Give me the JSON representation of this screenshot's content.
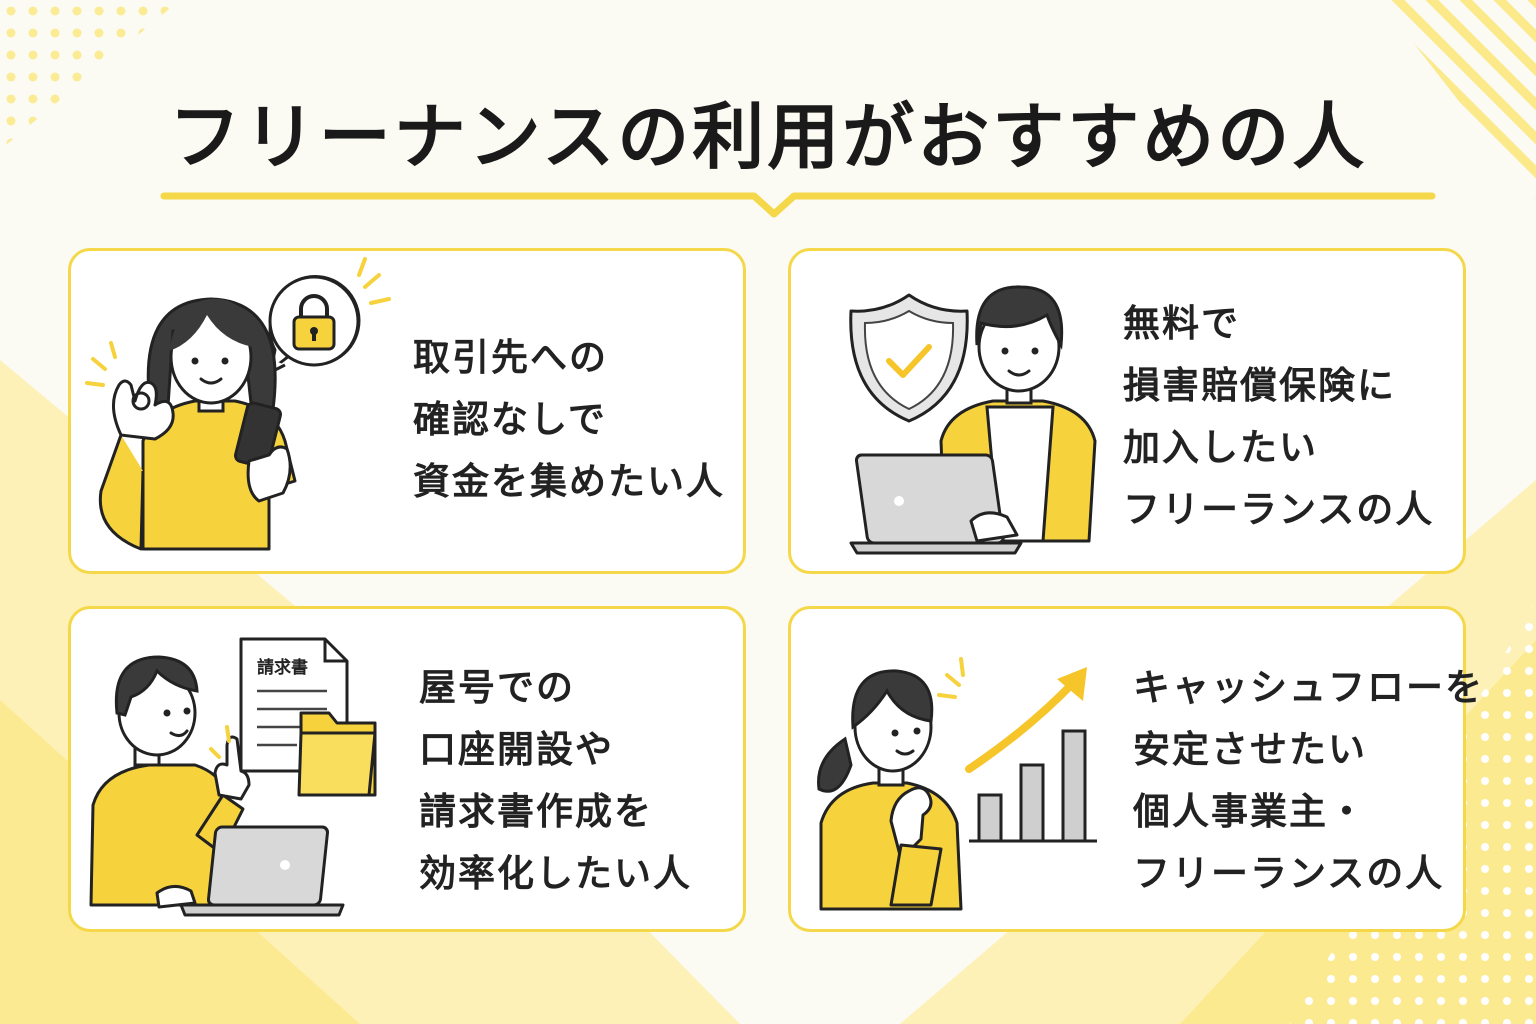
{
  "title": "フリーナンスの利用がおすすめの人",
  "colors": {
    "accent": "#f5d84a",
    "highlight": "#fbe04b",
    "outline": "#222222",
    "background": "#fbfaf3"
  },
  "cards": [
    {
      "lines": [
        "取引先への",
        "確認なしで",
        "資金を集めたい人"
      ],
      "icons": [
        "woman-ok-gesture",
        "smartphone-icon",
        "lock-icon"
      ]
    },
    {
      "lines": [
        "無料で",
        "損害賠償保険に",
        "加入したい",
        "フリーランスの人"
      ],
      "icons": [
        "shield-check-icon",
        "man-with-laptop"
      ]
    },
    {
      "lines": [
        "屋号での",
        "口座開設や",
        "請求書作成を",
        "効率化したい人"
      ],
      "doc_label": "請求書",
      "icons": [
        "invoice-document-icon",
        "folder-icon",
        "laptop-icon"
      ]
    },
    {
      "lines": [
        "キャッシュフローを",
        "安定させたい",
        "個人事業主・",
        "フリーランスの人"
      ],
      "icons": [
        "woman-thinking",
        "bar-chart-icon",
        "up-arrow-icon"
      ]
    }
  ]
}
